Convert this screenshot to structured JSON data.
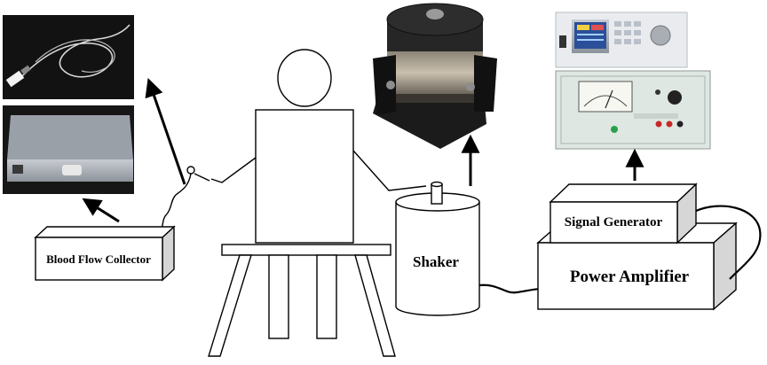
{
  "labels": {
    "blood_flow_collector": "Blood Flow Collector",
    "shaker": "Shaker",
    "signal_generator": "Signal Generator",
    "power_amplifier": "Power Amplifier"
  },
  "colors": {
    "line": "#000000",
    "photo_dark": "#141414",
    "device_panel": "#dfe7e2",
    "screen_blue": "#2c4f9a"
  }
}
